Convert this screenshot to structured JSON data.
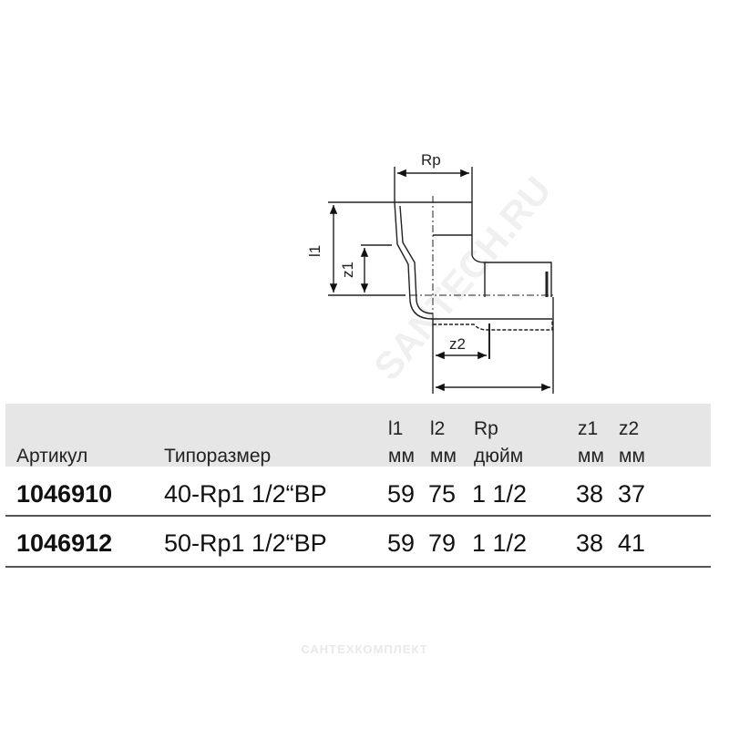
{
  "drawing": {
    "labels": {
      "rp": "Rp",
      "l1": "l1",
      "z1": "z1",
      "z2": "z2"
    },
    "watermark": "SANTECH.RU"
  },
  "table": {
    "headers": [
      {
        "top": "",
        "bottom": "Артикул"
      },
      {
        "top": "",
        "bottom": "Типоразмер"
      },
      {
        "top": "l1",
        "bottom": "мм"
      },
      {
        "top": "l2",
        "bottom": "мм"
      },
      {
        "top": "Rp",
        "bottom": "дюйм"
      },
      {
        "top": "z1",
        "bottom": "мм"
      },
      {
        "top": "z2",
        "bottom": "мм"
      }
    ],
    "rows": [
      {
        "article": "1046910",
        "size": "40-Rp1 1/2“BP",
        "l1": "59",
        "l2": "75",
        "rp": "1 1/2",
        "z1": "38",
        "z2": "37"
      },
      {
        "article": "1046912",
        "size": "50-Rp1 1/2“BP",
        "l1": "59",
        "l2": "79",
        "rp": "1 1/2",
        "z1": "38",
        "z2": "41"
      }
    ]
  },
  "footer_watermark": "САНТЕХКОМПЛЕКТ"
}
